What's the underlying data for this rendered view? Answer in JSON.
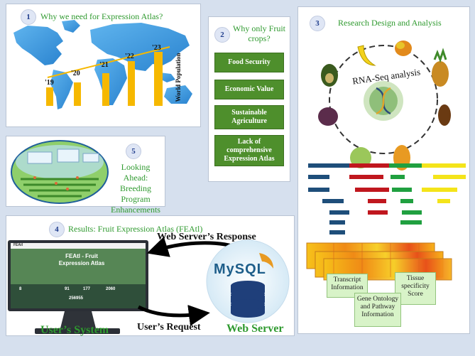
{
  "panel1": {
    "number": "1",
    "title": "Why we need for Expression Atlas?",
    "years": [
      "'19",
      "'20",
      "'21",
      "'22",
      "'23"
    ],
    "axis_label": "World Population"
  },
  "panel2": {
    "number": "2",
    "title": "Why only Fruit crops?",
    "items": [
      "Food Security",
      "Economic Value",
      "Sustainable Agriculture",
      "Lack of comprehensive Expression Atlas"
    ]
  },
  "panel3": {
    "number": "3",
    "title": "Research Design and Analysis",
    "center_label": "RNA-Seq analysis",
    "notes": [
      "Transcript Information",
      "Gene Ontology and Pathway Information",
      "Tissue specificity Score"
    ]
  },
  "panel4": {
    "number": "4",
    "title": "Results: Fruit Expression Atlas (FEAtl)",
    "response_label": "Web Server’s Response",
    "request_label": "User’s Request",
    "user_system_label": "User’s System",
    "web_server_label": "Web Server",
    "mysql_label": "MySQL",
    "screen": {
      "brand": "FEAtl",
      "headline": "FEAtl - Fruit Expression Atlas",
      "stats": [
        "8",
        "91",
        "177",
        "2060"
      ],
      "total": "256955"
    }
  },
  "panel5": {
    "number": "5",
    "title": "Looking Ahead: Breeding Program Enhancements"
  },
  "colors": {
    "accent_green": "#2f9a2f",
    "box_green": "#4e8f2c",
    "bar_yellow": "#f6b800",
    "seq_blue": "#1e4e7a",
    "seq_red": "#c0171e",
    "seq_green": "#20a040",
    "seq_yellow": "#f4e41a"
  }
}
